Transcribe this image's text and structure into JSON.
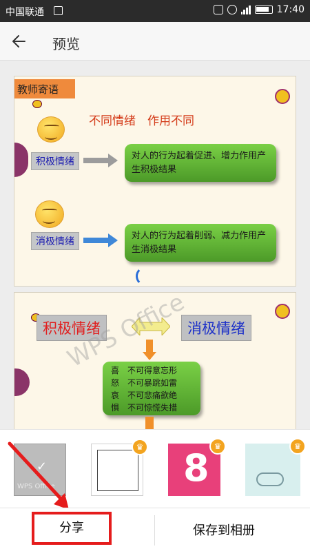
{
  "status_bar": {
    "carrier": "中国联通",
    "time": "17:40"
  },
  "header": {
    "title": "预览",
    "back_icon": "arrow-left-icon"
  },
  "slide1": {
    "header": "教师寄语",
    "title": "不同情绪　作用不同",
    "positive_label": "积极情绪",
    "positive_text": "对人的行为起着促进、增力作用产生积极结果",
    "negative_label": "消极情绪",
    "negative_text": "对人的行为起着削弱、减力作用产生消极结果"
  },
  "slide2": {
    "positive_label": "积极情绪",
    "negative_label": "消极情绪",
    "lines": [
      "喜　不可得意忘形",
      "怒　不可暴跳如雷",
      "哀　不可悲痛欲绝",
      "惧　不可惊慌失措"
    ]
  },
  "watermark": "WPS Office",
  "themes": [
    {
      "name": "default",
      "label": "WPS Office",
      "selected": true
    },
    {
      "name": "blank",
      "premium": true
    },
    {
      "name": "pink-eight",
      "glyph": "8",
      "premium": true
    },
    {
      "name": "cyclist",
      "premium": true
    }
  ],
  "bottom": {
    "share": "分享",
    "save": "保存到相册"
  },
  "colors": {
    "accent_red": "#e51c1c",
    "crown": "#f3a41f",
    "slide_bg": "#fdf7e8"
  }
}
